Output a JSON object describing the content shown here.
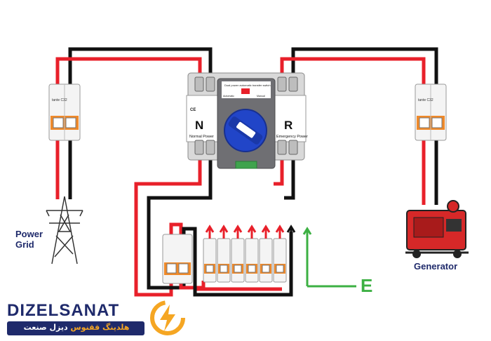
{
  "labels": {
    "power_grid_line1": "Power",
    "power_grid_line2": "Grid",
    "generator": "Generator",
    "earth": "E"
  },
  "ats": {
    "left_letter": "N",
    "left_caption": "Normal Power",
    "right_letter": "R",
    "right_caption": "Emergency Power",
    "title": "Dual power automatic transfer switch",
    "automatic": "Automatic",
    "manual": "Manual",
    "ce_mark": "CE"
  },
  "breaker": {
    "brand": "tante",
    "rating": "C32"
  },
  "branding": {
    "name_part1": "DIZEL",
    "name_part2": "SANAT",
    "subtitle_orange": "هلدینگ ققنوس",
    "subtitle_white": "دیزل صنعت"
  },
  "colors": {
    "phase_wire": "#e8202a",
    "neutral_wire": "#111111",
    "earth_wire": "#3cb043",
    "brand_navy": "#1f2a6b",
    "brand_orange": "#f5a623",
    "switch_knob": "#2145c8"
  }
}
